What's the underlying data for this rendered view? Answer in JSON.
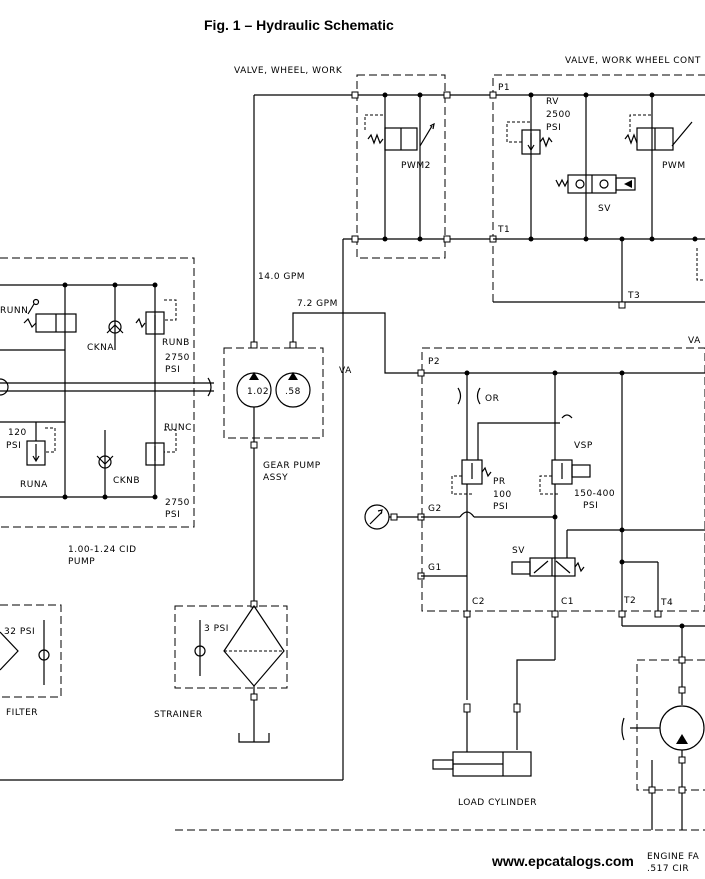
{
  "title": "Fig. 1 – Hydraulic Schematic",
  "watermark": "www.epcatalogs.com",
  "labels": {
    "valve_wheel_work": "VALVE, WHEEL, WORK",
    "valve_work_wheel_cont": "VALVE, WORK WHEEL CONT",
    "pwm2": "PWM2",
    "pwm": "PWM",
    "p1": "P1",
    "t1": "T1",
    "t3": "T3",
    "rv": "RV",
    "rv_pressure": "2500",
    "rv_unit": "PSI",
    "sv_top": "SV",
    "flow_14": "14.0 GPM",
    "flow_72": "7.2 GPM",
    "va": "VA",
    "p2": "P2",
    "runn": "RUNN",
    "ckna": "CKNA",
    "runb": "RUNB",
    "psi_2750_a": "2750",
    "psi_a": "PSI",
    "runc": "RUNC",
    "psi_120": "120",
    "psi_b": "PSI",
    "runa": "RUNA",
    "cknb": "CKNB",
    "psi_2750_b": "2750",
    "psi_c": "PSI",
    "pump_disp": "1.00-1.24 CID",
    "pump": "PUMP",
    "gear_1": "1.02",
    "gear_2": ".58",
    "gear_pump": "GEAR PUMP",
    "assy": "ASSY",
    "or": "OR",
    "vsp": "VSP",
    "pr": "PR",
    "pr_psi": "100",
    "pr_unit": "PSI",
    "vsp_psi": "150-400",
    "vsp_unit": "PSI",
    "g2": "G2",
    "g1": "G1",
    "sv_mid": "SV",
    "c2": "C2",
    "c1": "C1",
    "t2": "T2",
    "t4": "T4",
    "filter_psi": "32 PSI",
    "filter": "FILTER",
    "strainer_psi": "3 PSI",
    "strainer": "STRAINER",
    "load_cylinder": "LOAD CYLINDER",
    "engine_fan": "ENGINE FA",
    "cir": ".517 CIR"
  }
}
